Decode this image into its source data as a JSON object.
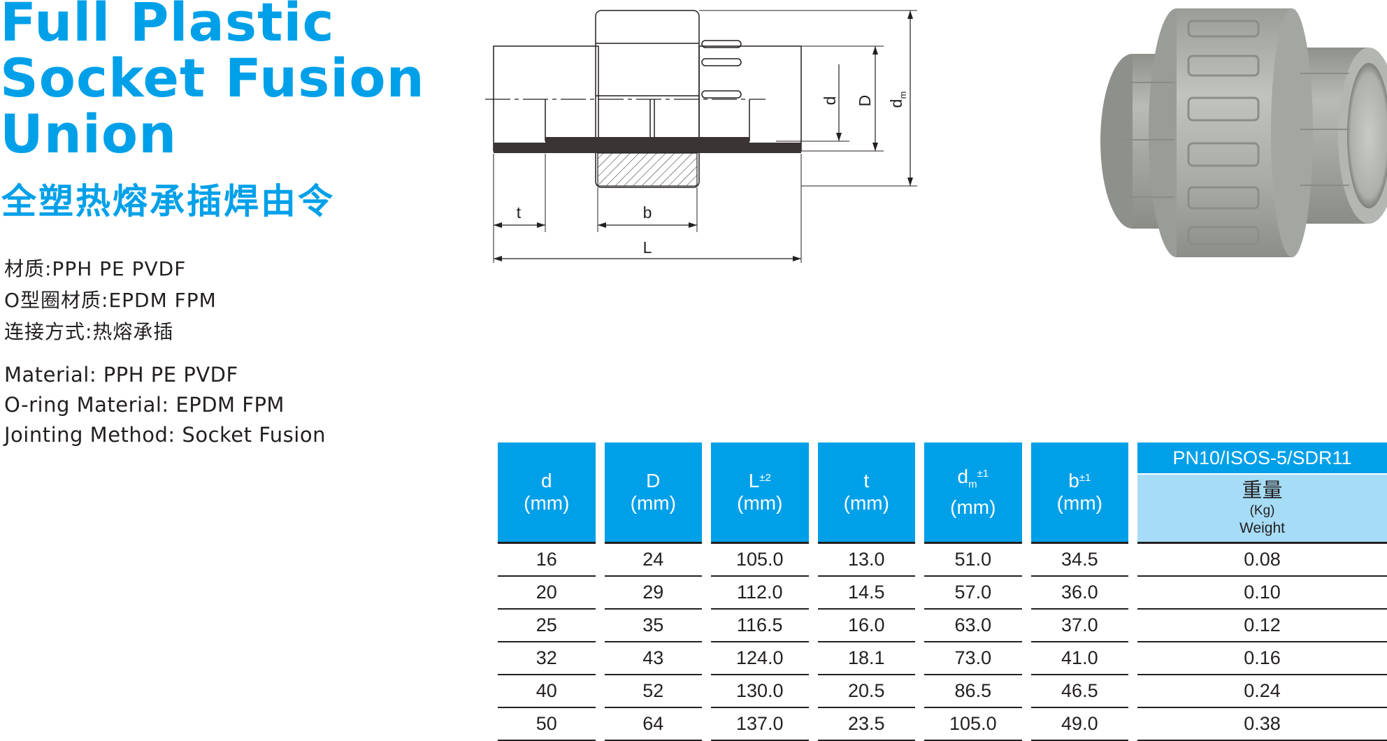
{
  "title": {
    "en_lines": [
      "Full Plastic",
      "Socket Fusion",
      "Union"
    ],
    "zh": "全塑热熔承插焊由令"
  },
  "specs_zh": [
    "材质:PPH PE PVDF",
    "O型圈材质:EPDM FPM",
    "连接方式:热熔承插"
  ],
  "specs_en": [
    "Material: PPH  PE  PVDF",
    "O-ring Material: EPDM  FPM",
    "Jointing Method: Socket Fusion"
  ],
  "drawing": {
    "label_t": "t",
    "label_b": "b",
    "label_L": "L",
    "label_d": "d",
    "label_D": "D",
    "label_dm": "d",
    "label_dm_sub": "m"
  },
  "table": {
    "headers": [
      {
        "sym": "d",
        "tol": "",
        "sub": "",
        "unit": "(mm)"
      },
      {
        "sym": "D",
        "tol": "",
        "sub": "",
        "unit": "(mm)"
      },
      {
        "sym": "L",
        "tol": "±2",
        "sub": "",
        "unit": "(mm)"
      },
      {
        "sym": "t",
        "tol": "",
        "sub": "",
        "unit": "(mm)"
      },
      {
        "sym": "d",
        "tol": "±1",
        "sub": "m",
        "unit": "(mm)"
      },
      {
        "sym": "b",
        "tol": "±1",
        "sub": "",
        "unit": "(mm)"
      }
    ],
    "pn_header": "PN10/ISOS-5/SDR11",
    "weight_zh": "重量",
    "weight_unit": "(Kg)",
    "weight_en": "Weight",
    "rows": [
      [
        "16",
        "24",
        "105.0",
        "13.0",
        "51.0",
        "34.5",
        "0.08"
      ],
      [
        "20",
        "29",
        "112.0",
        "14.5",
        "57.0",
        "36.0",
        "0.10"
      ],
      [
        "25",
        "35",
        "116.5",
        "16.0",
        "63.0",
        "37.0",
        "0.12"
      ],
      [
        "32",
        "43",
        "124.0",
        "18.1",
        "73.0",
        "41.0",
        "0.16"
      ],
      [
        "40",
        "52",
        "130.0",
        "20.5",
        "86.5",
        "46.5",
        "0.24"
      ],
      [
        "50",
        "64",
        "137.0",
        "23.5",
        "105.0",
        "49.0",
        "0.38"
      ]
    ]
  },
  "colors": {
    "brand_blue": "#00a0e9",
    "light_blue": "#a6dcf6",
    "text": "#231f20",
    "product_grey": "#a8aaa5"
  },
  "icons": {
    "drawing": "union-technical-drawing",
    "photo": "union-product-photo"
  }
}
